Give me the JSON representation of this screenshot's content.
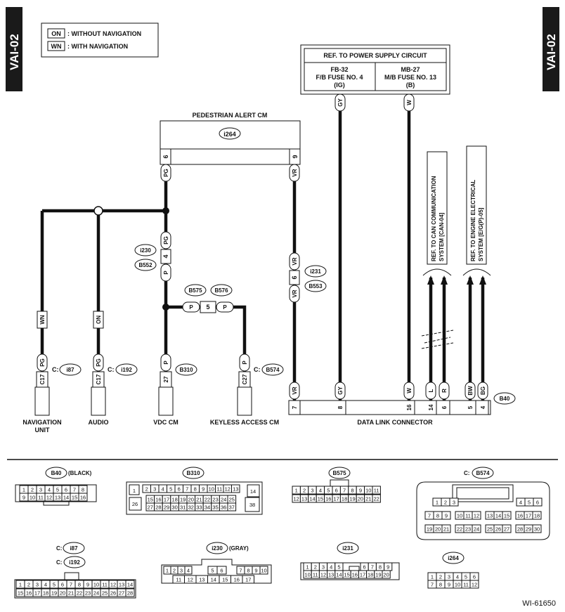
{
  "page_tag": "VAI-02",
  "legend": {
    "on_code": "ON",
    "on_text": ": WITHOUT NAVIGATION",
    "wn_code": "WN",
    "wn_text": ": WITH NAVIGATION"
  },
  "power": {
    "title": "REF. TO POWER SUPPLY CIRCUIT",
    "left": [
      "FB-32",
      "F/B FUSE NO. 4",
      "(IG)"
    ],
    "right": [
      "MB-27",
      "M/B FUSE NO. 13",
      "(B)"
    ],
    "wire_left": "GY",
    "wire_right": "W"
  },
  "ped": {
    "title": "PEDESTRIAN ALERT CM",
    "conn": "i264",
    "pin_left": "6",
    "pin_right": "9",
    "wire_left": "PG",
    "wire_right": "VR"
  },
  "refs": {
    "can": [
      "REF. TO CAN COMMUNICATION",
      "SYSTEM [CAN-04]"
    ],
    "engine": [
      "REF. TO ENGINE ELECTRICAL",
      "SYSTEM [E/G(P)-05]"
    ]
  },
  "joint_left": {
    "conn1": "i230",
    "conn2": "B552",
    "pin": "4",
    "w_top": "PG",
    "w_bot": "P"
  },
  "joint_right": {
    "conn1": "i231",
    "conn2": "B553",
    "pin": "6",
    "w_top": "VR",
    "w_bot": "VR"
  },
  "joint_mid": {
    "conn1": "B575",
    "conn2": "B576",
    "pin": "5",
    "w_left": "P",
    "w_right": "P"
  },
  "nav": {
    "wire": "WN",
    "wire2": "PG",
    "cprefix": "C:",
    "conn": "i87",
    "pin": "C17",
    "label": [
      "NAVIGATION",
      "UNIT"
    ]
  },
  "audio": {
    "wire": "ON",
    "wire2": "PG",
    "cprefix": "C:",
    "conn": "i192",
    "pin": "C17",
    "label": [
      "AUDIO"
    ]
  },
  "vdc": {
    "wire": "P",
    "conn": "B310",
    "pin": "27",
    "label": [
      "VDC CM"
    ]
  },
  "keyless": {
    "wire": "P",
    "cprefix": "C:",
    "conn": "B574",
    "pin": "C27",
    "label": [
      "KEYLESS ACCESS CM"
    ]
  },
  "dlc": {
    "label": "DATA LINK CONNECTOR",
    "conn": "B40",
    "pins": [
      {
        "pin": "7",
        "wire": "VR"
      },
      {
        "pin": "8",
        "wire": "GY"
      },
      {
        "pin": "16",
        "wire": "W"
      },
      {
        "pin": "14",
        "wire": "L"
      },
      {
        "pin": "6",
        "wire": "R"
      },
      {
        "pin": "5",
        "wire": "BW"
      },
      {
        "pin": "4",
        "wire": "BG"
      }
    ]
  },
  "connectors": {
    "b40": {
      "name": "B40",
      "note": "(BLACK)",
      "row1": [
        "1",
        "2",
        "3",
        "4",
        "5",
        "6",
        "7",
        "8"
      ],
      "row2": [
        "9",
        "10",
        "11",
        "12",
        "13",
        "14",
        "15",
        "16"
      ]
    },
    "b310": {
      "name": "B310",
      "row1": [
        "2",
        "3",
        "4",
        "5",
        "6",
        "7",
        "8",
        "9",
        "10",
        "11",
        "12",
        "13"
      ],
      "row2": [
        "15",
        "16",
        "17",
        "18",
        "19",
        "20",
        "21",
        "22",
        "23",
        "24",
        "25"
      ],
      "row3": [
        "27",
        "28",
        "29",
        "30",
        "31",
        "32",
        "33",
        "34",
        "35",
        "36",
        "37"
      ],
      "p1": "1",
      "p14": "14",
      "p26": "26",
      "p38": "38"
    },
    "b575": {
      "name": "B575",
      "row1": [
        "1",
        "2",
        "3",
        "4",
        "5",
        "6",
        "7",
        "8",
        "9",
        "10",
        "11"
      ],
      "row2": [
        "12",
        "13",
        "14",
        "15",
        "16",
        "17",
        "18",
        "19",
        "20",
        "21",
        "22"
      ]
    },
    "b574": {
      "prefix": "C:",
      "name": "B574",
      "r1a": [
        "1",
        "2",
        "3"
      ],
      "r1b": [
        "4",
        "5",
        "6"
      ],
      "r2a": [
        "7",
        "8",
        "9"
      ],
      "r2b": [
        "10",
        "11",
        "12"
      ],
      "r2c": [
        "13",
        "14",
        "15"
      ],
      "r2d": [
        "16",
        "17",
        "18"
      ],
      "r3a": [
        "19",
        "20",
        "21"
      ],
      "r3b": [
        "22",
        "23",
        "24"
      ],
      "r3c": [
        "25",
        "26",
        "27"
      ],
      "r3d": [
        "28",
        "29",
        "30"
      ]
    },
    "i87": {
      "prefix": "C:",
      "name1": "i87",
      "prefix2": "C:",
      "name2": "i192",
      "row1": [
        "1",
        "2",
        "3",
        "4",
        "5",
        "6",
        "7",
        "8",
        "9",
        "10",
        "11",
        "12",
        "13",
        "14"
      ],
      "row2": [
        "15",
        "16",
        "17",
        "18",
        "19",
        "20",
        "21",
        "22",
        "23",
        "24",
        "25",
        "26",
        "27",
        "28"
      ]
    },
    "i230": {
      "name": "i230",
      "note": "(GRAY)",
      "r1a": [
        "1",
        "2",
        "3",
        "4"
      ],
      "r1b": [
        "5",
        "6"
      ],
      "r1c": [
        "7",
        "8",
        "9",
        "10"
      ],
      "row2": [
        "11",
        "12",
        "13",
        "14",
        "15",
        "16",
        "17"
      ]
    },
    "i231": {
      "name": "i231",
      "r1a": [
        "1",
        "2",
        "3",
        "4",
        "5"
      ],
      "r1b": [
        "6",
        "7",
        "8",
        "9"
      ],
      "row2": [
        "10",
        "11",
        "12",
        "13",
        "14",
        "15",
        "16",
        "17",
        "18",
        "19",
        "20"
      ]
    },
    "i264": {
      "name": "i264",
      "row1": [
        "1",
        "2",
        "3",
        "4",
        "5",
        "6"
      ],
      "row2": [
        "7",
        "8",
        "9",
        "10",
        "11",
        "12"
      ]
    }
  },
  "figure_id": "WI-61650"
}
